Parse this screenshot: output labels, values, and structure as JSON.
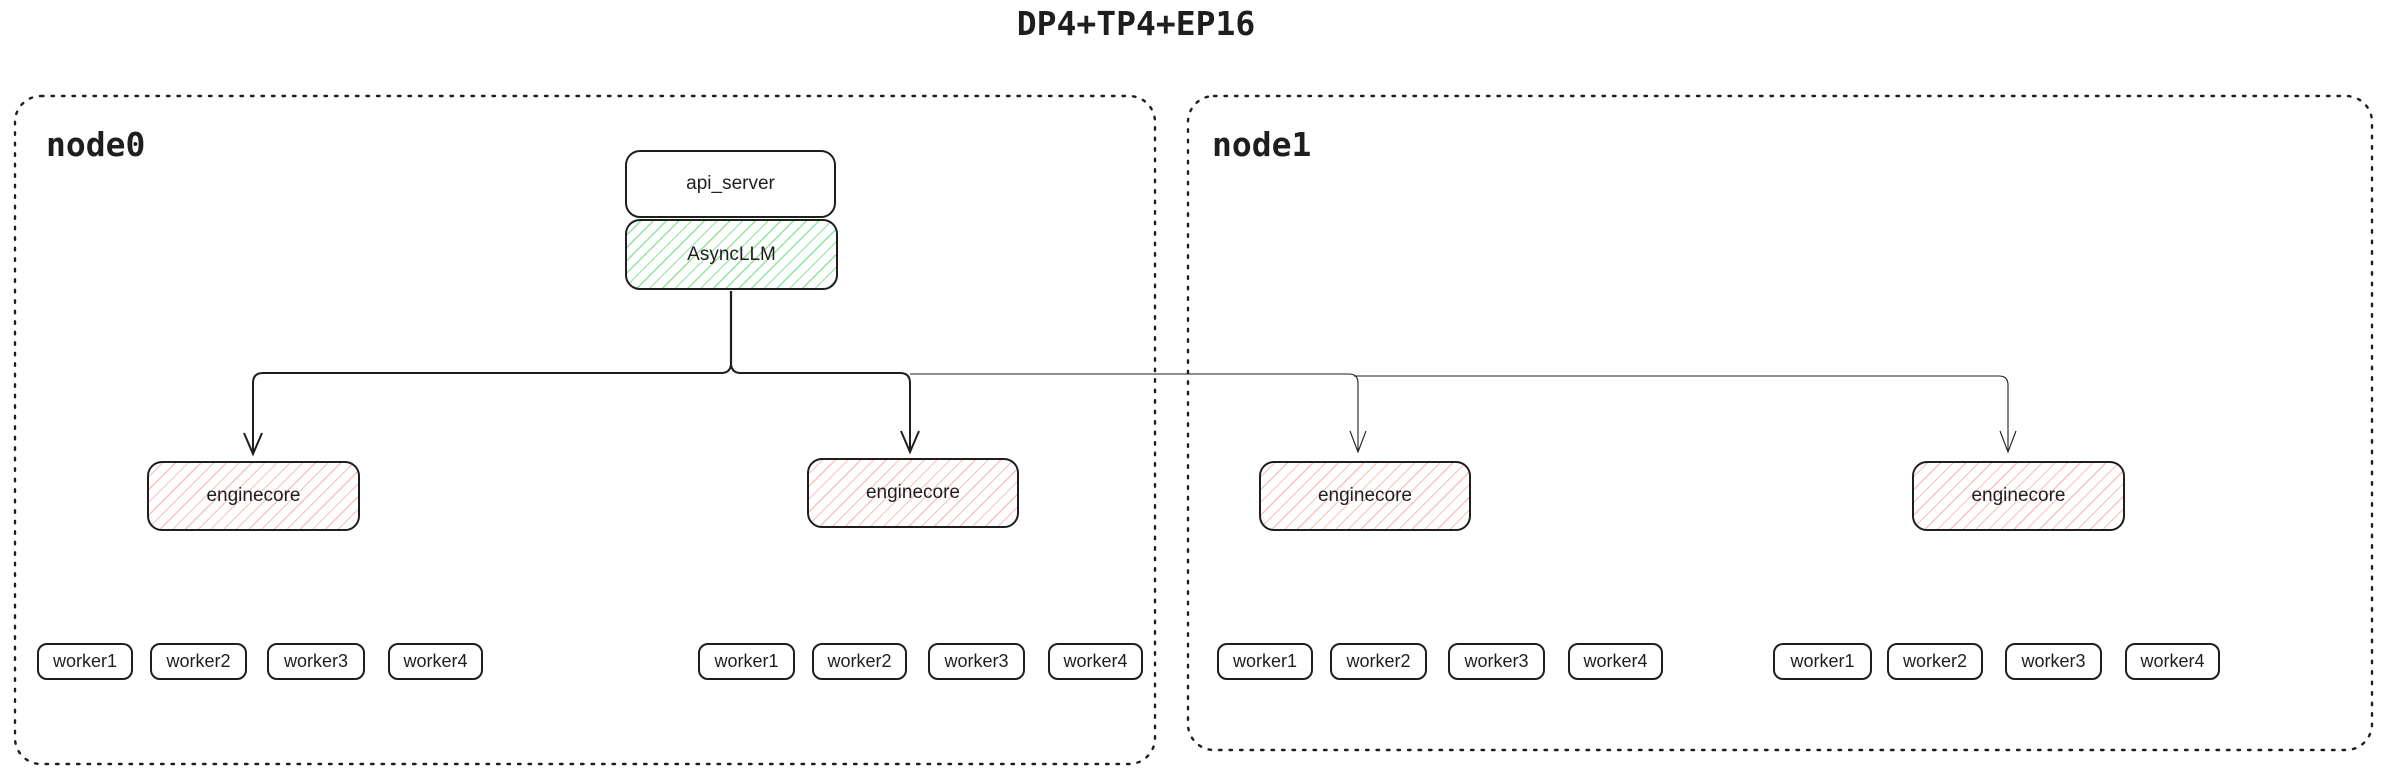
{
  "title": "DP4+TP4+EP16",
  "colors": {
    "ink": "#1e1e1e",
    "asyncllm_hatch_green": "#69db7c",
    "enginecore_hatch_red": "#ffc9c9",
    "background": "#ffffff"
  },
  "node0": {
    "label": "node0",
    "api_server": "api_server",
    "asyncllm": "AsyncLLM",
    "enginecore_groups": [
      {
        "enginecore": "enginecore",
        "workers": [
          "worker1",
          "worker2",
          "worker3",
          "worker4"
        ]
      },
      {
        "enginecore": "enginecore",
        "workers": [
          "worker1",
          "worker2",
          "worker3",
          "worker4"
        ]
      }
    ]
  },
  "node1": {
    "label": "node1",
    "enginecore_groups": [
      {
        "enginecore": "enginecore",
        "workers": [
          "worker1",
          "worker2",
          "worker3",
          "worker4"
        ]
      },
      {
        "enginecore": "enginecore",
        "workers": [
          "worker1",
          "worker2",
          "worker3",
          "worker4"
        ]
      }
    ]
  }
}
